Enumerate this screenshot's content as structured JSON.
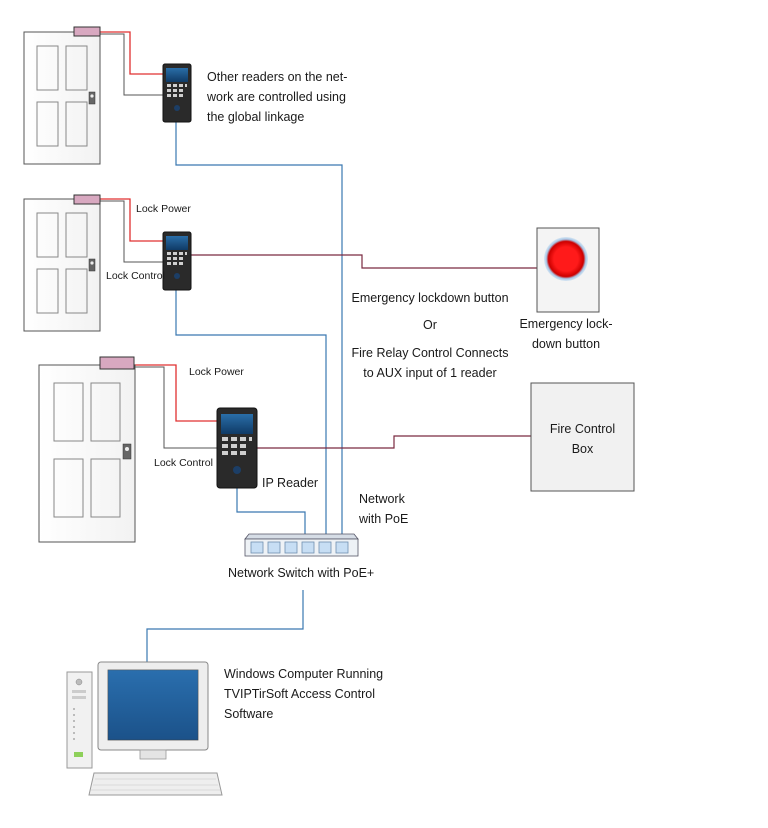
{
  "labels": {
    "other_readers": "Other readers on the net-\nwork are controlled using\nthe global linkage",
    "lock_power_1": "Lock Power",
    "lock_control_1": "Lock Control",
    "lock_power_2": "Lock Power",
    "lock_control_2": "Lock Control",
    "ip_reader": "IP Reader",
    "network_poe": "Network\nwith PoE",
    "network_switch": "Network Switch with PoE+",
    "emergency_caption": "Emergency lockdown button",
    "or": "Or",
    "fire_relay": "Fire Relay Control Connects\nto AUX input of 1 reader",
    "emergency_button": "Emergency lock-\ndown button",
    "fire_control_box": "Fire Control\nBox",
    "computer": "Windows Computer Running\nTVIPTirSoft Access Control\nSoftware"
  },
  "colors": {
    "red_wire": "#e03030",
    "gray_wire": "#555555",
    "blue_wire": "#3a78b0",
    "maroon_wire": "#7a2a40",
    "strike": "#d8a8c0",
    "button_red": "#e00000"
  }
}
